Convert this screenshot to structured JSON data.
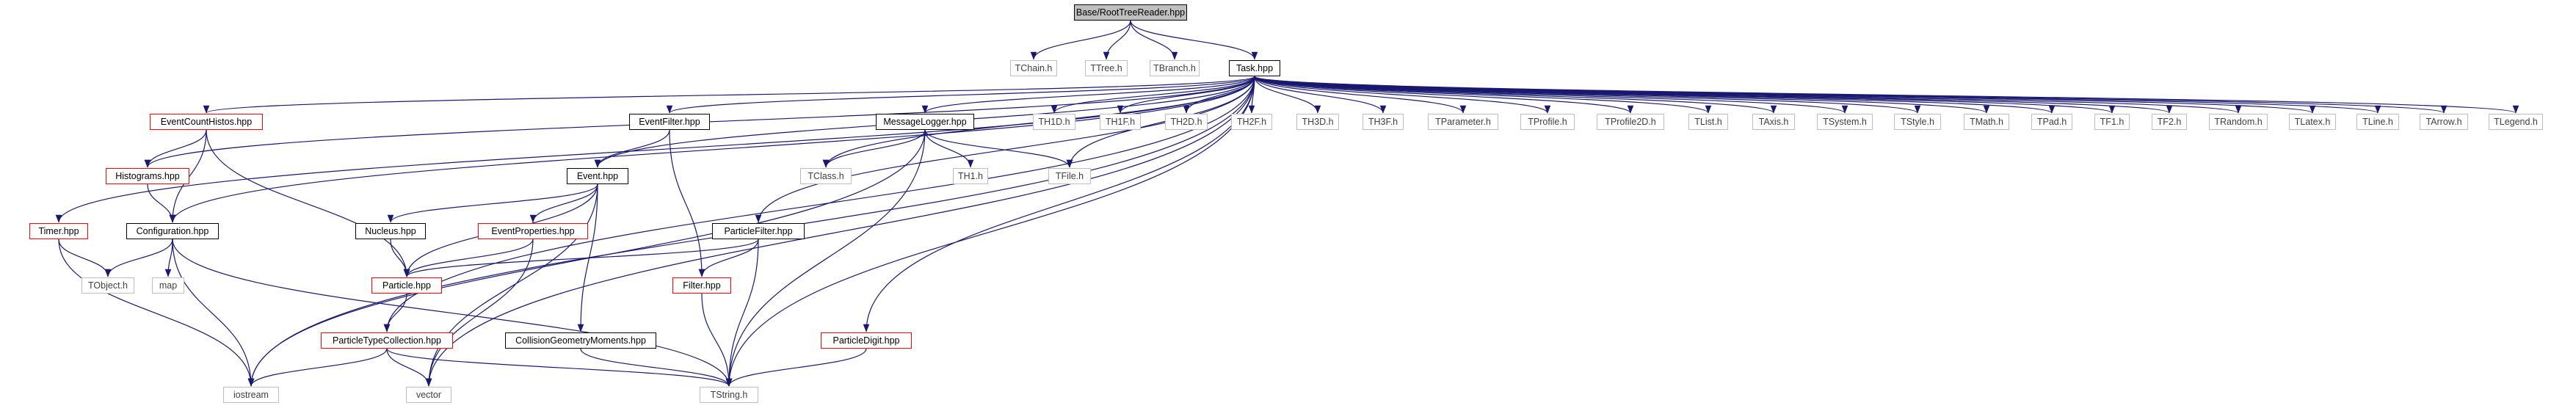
{
  "diagram": {
    "style": {
      "edge_color": "#191970",
      "internal_border": "#000000",
      "missing_border": "#ff0000",
      "external_border": "#bfbfbf",
      "root_fill": "#bfbfbf"
    },
    "nodes": {
      "root": "Base/RootTreeReader.hpp",
      "tchain": "TChain.h",
      "ttree": "TTree.h",
      "tbranch": "TBranch.h",
      "task": "Task.hpp",
      "eventcounthistos": "EventCountHistos.hpp",
      "eventfilter": "EventFilter.hpp",
      "messagelogger": "MessageLogger.hpp",
      "th1d": "TH1D.h",
      "th1f": "TH1F.h",
      "th2d": "TH2D.h",
      "th2f": "TH2F.h",
      "th3d": "TH3D.h",
      "th3f": "TH3F.h",
      "tparameter": "TParameter.h",
      "tprofile": "TProfile.h",
      "tprofile2d": "TProfile2D.h",
      "tlist": "TList.h",
      "taxis": "TAxis.h",
      "tsystem": "TSystem.h",
      "tstyle": "TStyle.h",
      "tmath": "TMath.h",
      "tpad": "TPad.h",
      "tf1": "TF1.h",
      "tf2": "TF2.h",
      "trandom": "TRandom.h",
      "tlatex": "TLatex.h",
      "tline": "TLine.h",
      "tarrow": "TArrow.h",
      "tlegend": "TLegend.h",
      "histograms": "Histograms.hpp",
      "event": "Event.hpp",
      "tclass": "TClass.h",
      "th1": "TH1.h",
      "tfile": "TFile.h",
      "timer": "Timer.hpp",
      "configuration": "Configuration.hpp",
      "nucleus": "Nucleus.hpp",
      "eventproperties": "EventProperties.hpp",
      "particlefilter": "ParticleFilter.hpp",
      "tobject": "TObject.h",
      "map": "map",
      "particle": "Particle.hpp",
      "filter": "Filter.hpp",
      "particletypecollection": "ParticleTypeCollection.hpp",
      "collisiongeometry": "CollisionGeometryMoments.hpp",
      "particledigit": "ParticleDigit.hpp",
      "iostream": "iostream",
      "vector": "vector",
      "tstring": "TString.h"
    }
  }
}
